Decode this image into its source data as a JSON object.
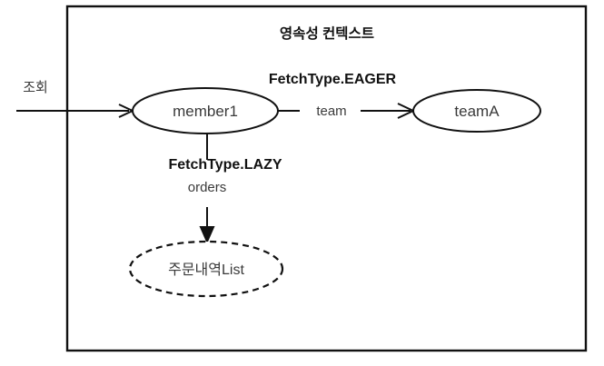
{
  "diagram": {
    "type": "jpa-fetch-strategy-diagram",
    "container": {
      "title": "영속성 컨텍스트"
    },
    "external": {
      "query_label": "조회"
    },
    "nodes": [
      {
        "id": "member1",
        "label": "member1",
        "style": "solid-ellipse",
        "loaded": true
      },
      {
        "id": "teamA",
        "label": "teamA",
        "style": "solid-ellipse",
        "loaded": true
      },
      {
        "id": "ordersList",
        "label": "주문내역List",
        "style": "dashed-ellipse",
        "loaded": false
      }
    ],
    "edges": [
      {
        "id": "member1-team-teamA",
        "from": "member1",
        "to": "teamA",
        "label": "team",
        "annotation": "FetchType.EAGER",
        "direction": "horizontal"
      },
      {
        "id": "member1-orders-ordersList",
        "from": "member1",
        "to": "ordersList",
        "label": "orders",
        "annotation": "FetchType.LAZY",
        "direction": "vertical"
      },
      {
        "id": "query-member1",
        "from": "external",
        "to": "member1",
        "label": "조회",
        "annotation": "",
        "direction": "horizontal"
      }
    ],
    "colors": {
      "stroke": "#111111",
      "text": "#3a3a3a",
      "emphasis_text": "#111111",
      "background": "#ffffff"
    }
  }
}
